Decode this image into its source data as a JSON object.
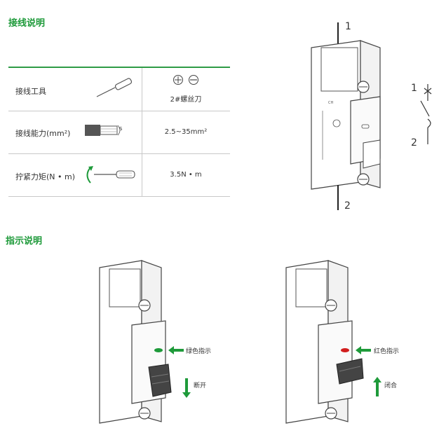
{
  "sections": {
    "wiring_title": "接线说明",
    "indicator_title": "指示说明"
  },
  "wiring_table": {
    "rows": [
      {
        "label": "接线工具",
        "value": "2#螺丝刀"
      },
      {
        "label": "接线能力(mm²)",
        "value": "2.5~35mm²"
      },
      {
        "label": "拧紧力矩(N • m)",
        "value": "3.5N • m"
      }
    ],
    "strip_marker": "S"
  },
  "terminals": {
    "top": "1",
    "bottom": "2"
  },
  "schematic": {
    "top": "1",
    "bottom": "2"
  },
  "indicators": {
    "left": {
      "indicator_label": "绿色指示",
      "action_label": "断开",
      "color": "#1e9a3a"
    },
    "right": {
      "indicator_label": "红色指示",
      "action_label": "闭合",
      "color": "#d21e1e"
    }
  },
  "colors": {
    "accent": "#2e9b45",
    "arrow": "#1e9a3a"
  }
}
